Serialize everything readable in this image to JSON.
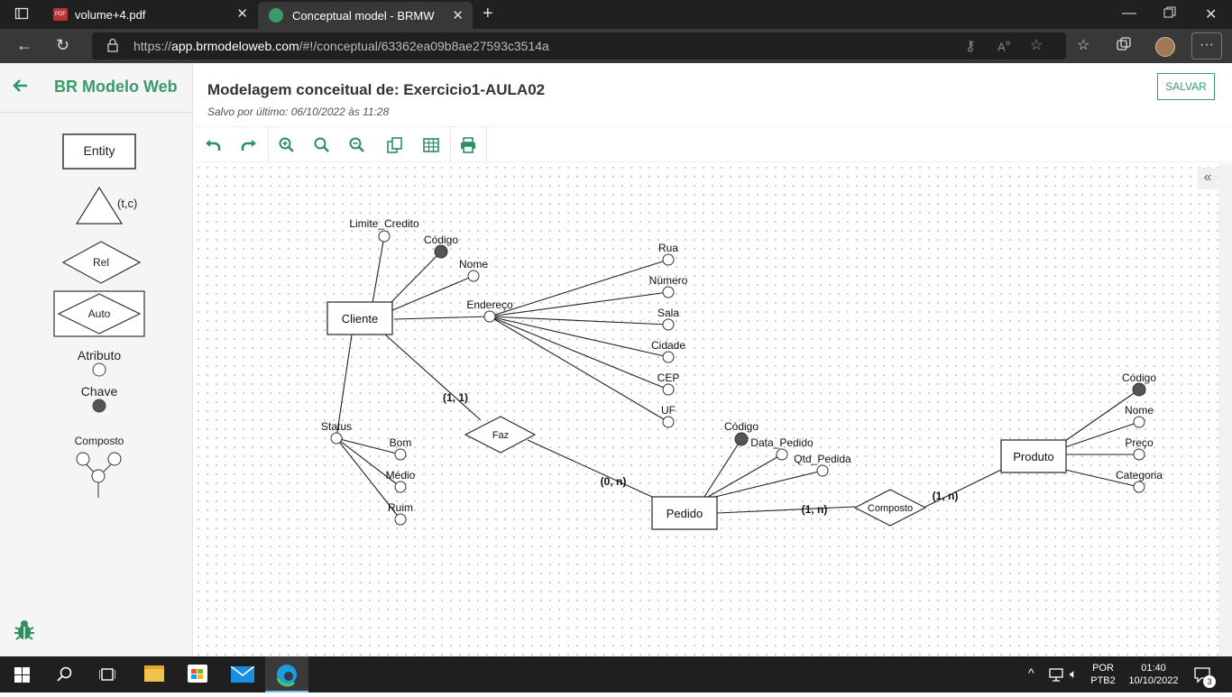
{
  "browser": {
    "tabs": [
      {
        "title": "volume+4.pdf"
      },
      {
        "title": "Conceptual model - BRMW"
      }
    ],
    "url_prefix": "https://",
    "url_host": "app.brmodeloweb.com",
    "url_path": "/#!/conceptual/63362ea09b8ae27593c3514a"
  },
  "app": {
    "title": "BR Modelo Web",
    "page_title": "Modelagem conceitual de: Exercicio1-AULA02",
    "save_info": "Salvo por último: 06/10/2022 às 11:28",
    "save_label": "SALVAR"
  },
  "palette": {
    "entity": "Entity",
    "specialization": "(t,c)",
    "relationship": "Rel",
    "associative": "Auto",
    "attribute": "Atributo",
    "key": "Chave",
    "composite": "Composto"
  },
  "diagram": {
    "entities": {
      "cliente": "Cliente",
      "pedido": "Pedido",
      "produto": "Produto"
    },
    "relationships": {
      "faz": "Faz",
      "composto": "Composto"
    },
    "cardinalities": {
      "cliente_faz": "(1, 1)",
      "faz_pedido": "(0, n)",
      "pedido_composto": "(1, n)",
      "composto_produto": "(1, n)"
    },
    "cliente_attrs": {
      "limite": "Limite_Credito",
      "codigo": "Código",
      "nome": "Nome",
      "endereco": "Endereço",
      "status": "Status"
    },
    "endereco_parts": {
      "rua": "Rua",
      "numero": "Número",
      "sala": "Sala",
      "cidade": "Cidade",
      "cep": "CEP",
      "uf": "UF"
    },
    "status_parts": {
      "bom": "Bom",
      "medio": "Médio",
      "ruim": "Ruim"
    },
    "pedido_attrs": {
      "codigo": "Código",
      "data": "Data_Pedido",
      "qtd": "Qtd_Pedida"
    },
    "produto_attrs": {
      "codigo": "Código",
      "nome": "Nome",
      "preco": "Preço",
      "categoria": "Categoria"
    }
  },
  "taskbar": {
    "lang_top": "POR",
    "lang_bottom": "PTB2",
    "time": "01:40",
    "date": "10/10/2022",
    "notifications": "3"
  },
  "colors": {
    "accent": "#3a9a6a",
    "key_fill": "#555555"
  }
}
